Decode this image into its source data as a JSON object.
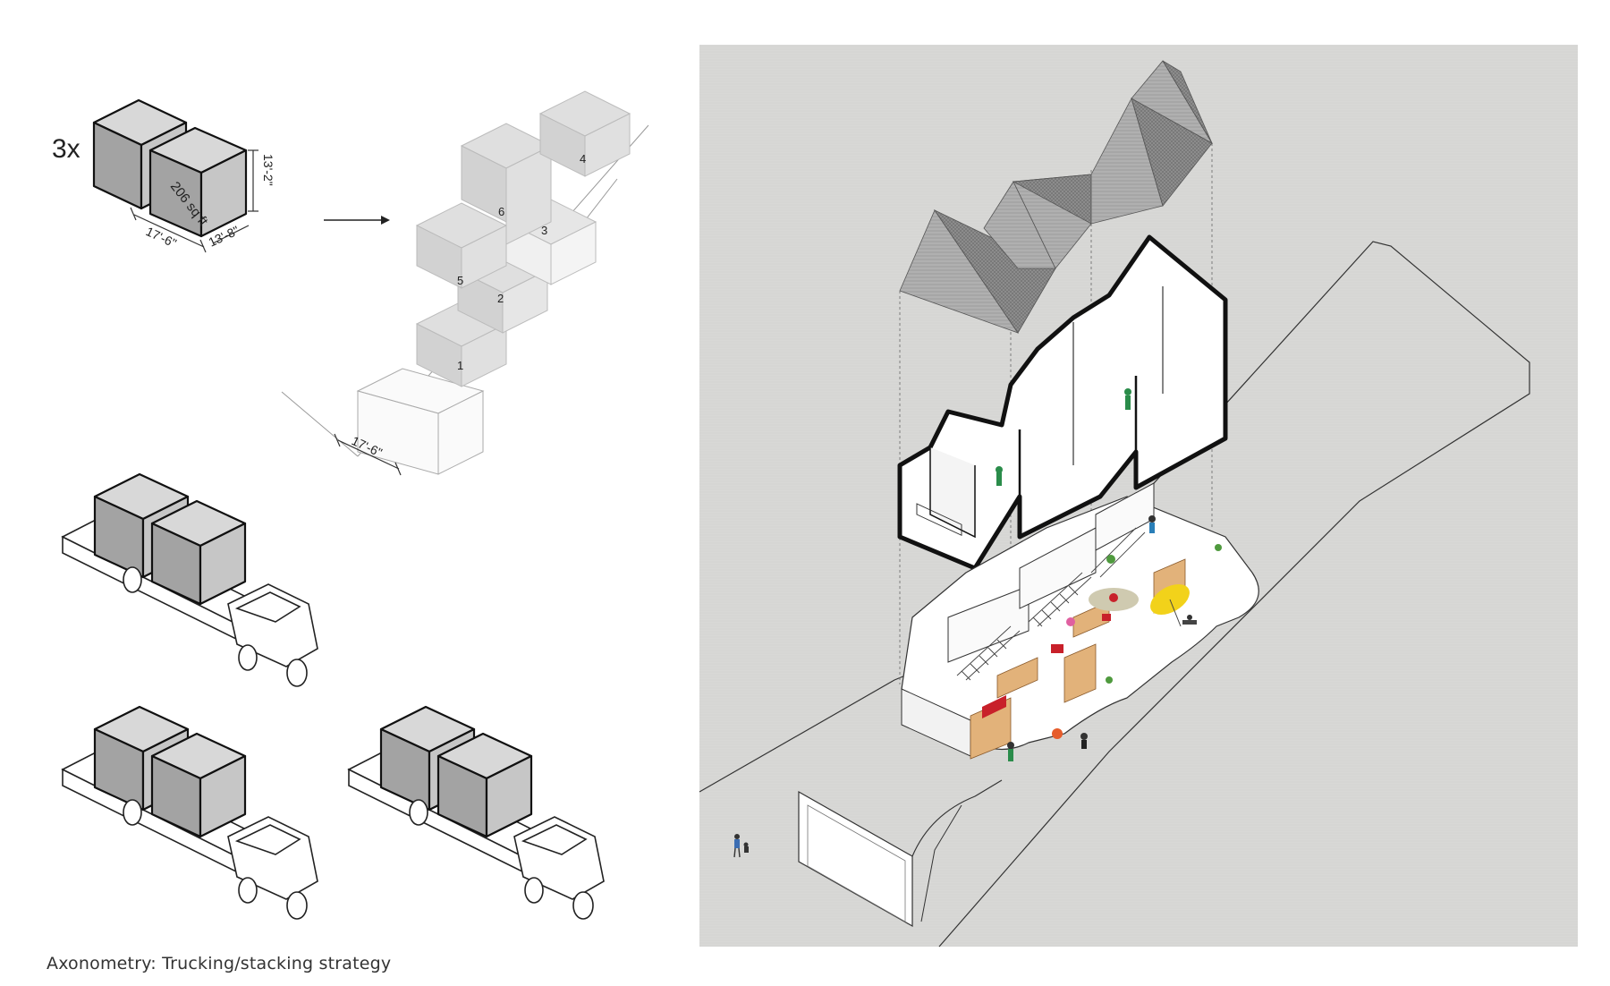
{
  "caption": "Axonometry: Trucking/stacking strategy",
  "module": {
    "count": "3x",
    "area": "206 sq ft",
    "length": "17'-6\"",
    "width": "13'-8\"",
    "height": "13'-2\""
  },
  "stack": {
    "arrow": "→",
    "labels": [
      "1",
      "2",
      "3",
      "4",
      "5",
      "6"
    ],
    "base_length": "17'-6\""
  },
  "colors": {
    "cube_top": "#d8d8d8",
    "cube_left": "#9c9c9c",
    "cube_right": "#c4c4c4",
    "stack_fill": "#dcdcdc",
    "paper": "#d8d8d6",
    "roof": "#8a8a8a",
    "accent_red": "#c8202a",
    "accent_yellow": "#f2d21a",
    "accent_wood": "#e2b27a"
  }
}
